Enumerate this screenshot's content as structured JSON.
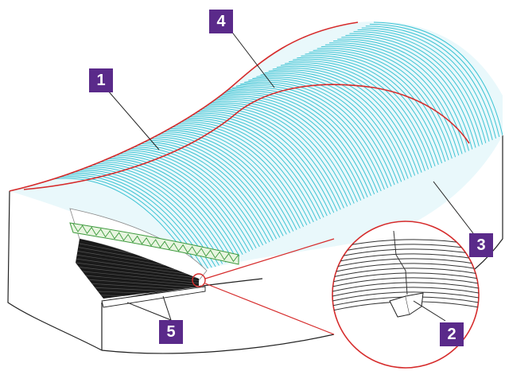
{
  "callouts": [
    {
      "label": "1"
    },
    {
      "label": "2"
    },
    {
      "label": "3"
    },
    {
      "label": "4"
    },
    {
      "label": "5"
    }
  ],
  "colors": {
    "callout_fill": "#5a2a8a",
    "roof_line": "#3fc4d4",
    "edge_red": "#d62b2b",
    "truss_green": "#3c9a3c",
    "outline": "#222222"
  }
}
